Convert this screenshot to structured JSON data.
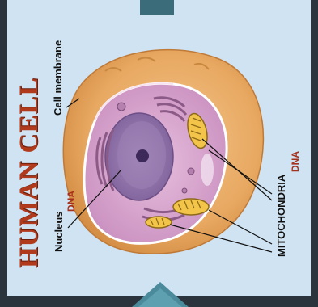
{
  "title": "HUMAN CELL",
  "labels": {
    "cell_membrane": "Cell membrane",
    "nucleus": "Nucleus",
    "nucleus_dna": "DNA",
    "mitochondria": "MITOCHONDRIA",
    "mitochondria_dna": "DNA"
  },
  "colors": {
    "background": "#cfe3f2",
    "frame": "#2b333c",
    "title": "#b23a1c",
    "dna_label": "#a8301a",
    "cell_outer": "#e8b070",
    "cytoplasm": "#dca8d0",
    "nucleus": "#9b7ab0",
    "mitochondria": "#f2c44a"
  },
  "icons": [
    "top-tab-icon",
    "bottom-arrow-icon"
  ]
}
